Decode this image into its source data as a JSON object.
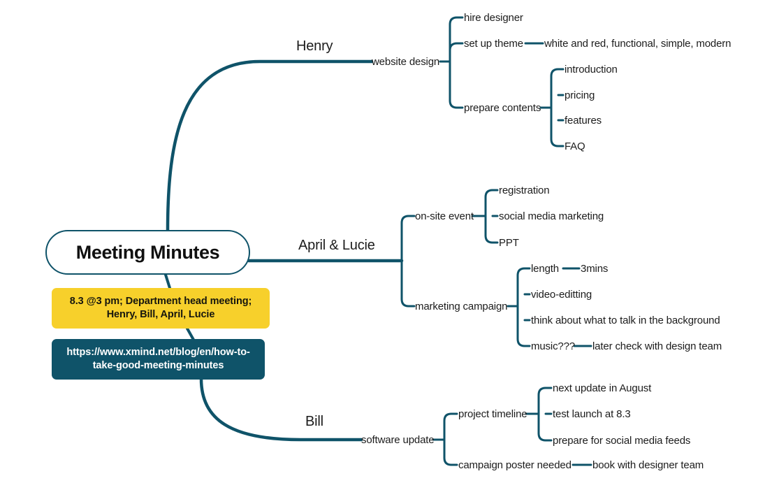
{
  "theme": {
    "line_color": "#0f5369",
    "note_bg": "#f7d02b",
    "link_bg": "#0f5369",
    "text_color": "#1c1c1c",
    "canvas_bg": "#ffffff"
  },
  "central": {
    "title": "Meeting Minutes"
  },
  "note": {
    "text": "8.3 @3 pm; Department head meeting; Henry, Bill, April, Lucie"
  },
  "link": {
    "text": "https://www.xmind.net/blog/en/how-to-take-good-meeting-minutes"
  },
  "branches": [
    {
      "id": "henry",
      "label": "Henry",
      "topic": "website design",
      "children": [
        {
          "label": "hire designer",
          "children": []
        },
        {
          "label": "set up theme",
          "children": [
            {
              "label": "white and red, functional, simple, modern",
              "children": []
            }
          ]
        },
        {
          "label": "prepare contents",
          "children": [
            {
              "label": "introduction",
              "children": []
            },
            {
              "label": "pricing",
              "children": []
            },
            {
              "label": "features",
              "children": []
            },
            {
              "label": "FAQ",
              "children": []
            }
          ]
        }
      ]
    },
    {
      "id": "april-lucie",
      "label": "April & Lucie",
      "topic": "on-site event / marketing campaign",
      "children": [
        {
          "label": "on-site event",
          "children": [
            {
              "label": "registration",
              "children": []
            },
            {
              "label": "social media marketing",
              "children": []
            },
            {
              "label": "PPT",
              "children": []
            }
          ]
        },
        {
          "label": "marketing campaign",
          "children": [
            {
              "label": "length",
              "children": [
                {
                  "label": "3mins",
                  "children": []
                }
              ]
            },
            {
              "label": "video-editting",
              "children": []
            },
            {
              "label": "think about what to talk in the background",
              "children": []
            },
            {
              "label": "music???",
              "children": [
                {
                  "label": "later check with design team",
                  "children": []
                }
              ]
            }
          ]
        }
      ]
    },
    {
      "id": "bill",
      "label": "Bill",
      "topic": "software update",
      "children": [
        {
          "label": "project timeline",
          "children": [
            {
              "label": "next update in August",
              "children": []
            },
            {
              "label": "test launch at 8.3",
              "children": []
            },
            {
              "label": "prepare for social media feeds",
              "children": []
            }
          ]
        },
        {
          "label": "campaign poster needed",
          "children": [
            {
              "label": "book with designer team",
              "children": []
            }
          ]
        }
      ]
    }
  ],
  "labels": {
    "henry_branch": "Henry",
    "april_branch": "April & Lucie",
    "bill_branch": "Bill",
    "website_design": "website design",
    "hire_designer": "hire designer",
    "set_up_theme": "set up theme",
    "theme_detail": "white and red, functional, simple, modern",
    "prepare_contents": "prepare contents",
    "introduction": "introduction",
    "pricing": "pricing",
    "features": "features",
    "faq": "FAQ",
    "on_site_event": "on-site event",
    "registration": "registration",
    "social_media_marketing": "social media marketing",
    "ppt": "PPT",
    "marketing_campaign": "marketing campaign",
    "length": "length",
    "three_mins": "3mins",
    "video_editting": "video-editting",
    "think_about": "think about what to talk in the background",
    "music": "music???",
    "later_check": "later check with design team",
    "software_update": "software update",
    "project_timeline": "project timeline",
    "next_update": "next update in August",
    "test_launch": "test launch at 8.3",
    "prepare_feeds": "prepare for social media feeds",
    "campaign_poster": "campaign poster needed",
    "book_designer": "book with designer team"
  }
}
